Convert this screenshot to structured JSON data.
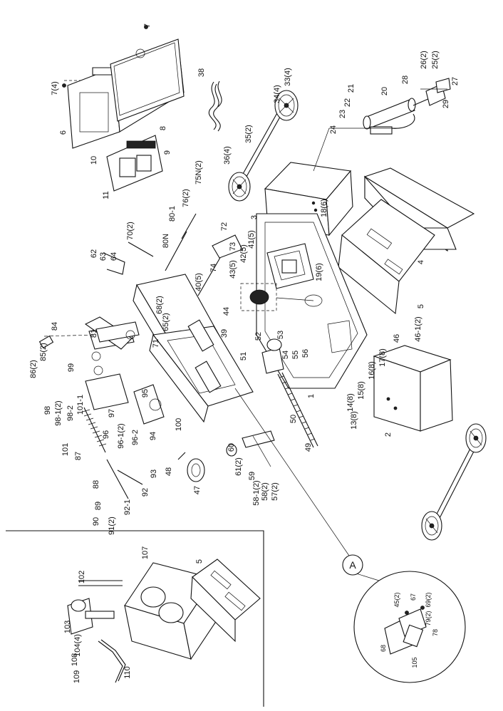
{
  "callout_marker": "A",
  "labels_main": [
    {
      "id": "7",
      "t": "7"
    },
    {
      "id": "7-4",
      "t": "7(4)"
    },
    {
      "id": "6",
      "t": "6"
    },
    {
      "id": "8",
      "t": "8"
    },
    {
      "id": "9",
      "t": "9"
    },
    {
      "id": "10",
      "t": "10"
    },
    {
      "id": "11",
      "t": "11"
    },
    {
      "id": "38",
      "t": "38"
    },
    {
      "id": "34-4",
      "t": "34(4)"
    },
    {
      "id": "33-4",
      "t": "33(4)"
    },
    {
      "id": "35-2",
      "t": "35(2)"
    },
    {
      "id": "36-4",
      "t": "36(4)"
    },
    {
      "id": "20",
      "t": "20"
    },
    {
      "id": "21",
      "t": "21"
    },
    {
      "id": "22",
      "t": "22"
    },
    {
      "id": "23",
      "t": "23"
    },
    {
      "id": "24",
      "t": "24"
    },
    {
      "id": "28",
      "t": "28"
    },
    {
      "id": "26-2",
      "t": "26(2)"
    },
    {
      "id": "25-2",
      "t": "25(2)"
    },
    {
      "id": "27",
      "t": "27"
    },
    {
      "id": "29",
      "t": "29"
    },
    {
      "id": "3",
      "t": "3"
    },
    {
      "id": "18-6",
      "t": "18(6)"
    },
    {
      "id": "4",
      "t": "4"
    },
    {
      "id": "5a",
      "t": "5"
    },
    {
      "id": "19-6",
      "t": "19(6)"
    },
    {
      "id": "75N-2",
      "t": "75N(2)"
    },
    {
      "id": "76-2",
      "t": "76(2)"
    },
    {
      "id": "80-1",
      "t": "80-1"
    },
    {
      "id": "80N",
      "t": "80N"
    },
    {
      "id": "72",
      "t": "72"
    },
    {
      "id": "73",
      "t": "73"
    },
    {
      "id": "74",
      "t": "74"
    },
    {
      "id": "70-2",
      "t": "70(2)"
    },
    {
      "id": "62",
      "t": "62"
    },
    {
      "id": "63",
      "t": "63"
    },
    {
      "id": "64",
      "t": "64"
    },
    {
      "id": "41-5",
      "t": "41(5)"
    },
    {
      "id": "42-5",
      "t": "42(5)"
    },
    {
      "id": "43-5",
      "t": "43(5)"
    },
    {
      "id": "40-5",
      "t": "40(5)"
    },
    {
      "id": "44",
      "t": "44"
    },
    {
      "id": "68-2",
      "t": "68(2)"
    },
    {
      "id": "65-2",
      "t": "65(2)"
    },
    {
      "id": "71",
      "t": "71"
    },
    {
      "id": "39",
      "t": "39"
    },
    {
      "id": "1",
      "t": "1"
    },
    {
      "id": "81",
      "t": "81"
    },
    {
      "id": "84",
      "t": "84"
    },
    {
      "id": "85-2",
      "t": "85(2)"
    },
    {
      "id": "86-2",
      "t": "86(2)"
    },
    {
      "id": "52",
      "t": "52"
    },
    {
      "id": "53",
      "t": "53"
    },
    {
      "id": "54",
      "t": "54"
    },
    {
      "id": "55",
      "t": "55"
    },
    {
      "id": "56",
      "t": "56"
    },
    {
      "id": "51",
      "t": "51"
    },
    {
      "id": "46",
      "t": "46"
    },
    {
      "id": "46-1-2",
      "t": "46-1(2)"
    },
    {
      "id": "17-8",
      "t": "17(8)"
    },
    {
      "id": "16-8",
      "t": "16(8)"
    },
    {
      "id": "15-8",
      "t": "15(8)"
    },
    {
      "id": "14-8",
      "t": "14(8)"
    },
    {
      "id": "13-8",
      "t": "13(8)"
    },
    {
      "id": "2",
      "t": "2"
    },
    {
      "id": "99",
      "t": "99"
    },
    {
      "id": "98",
      "t": "98"
    },
    {
      "id": "98-1-2",
      "t": "98-1(2)"
    },
    {
      "id": "98-2",
      "t": "98-2"
    },
    {
      "id": "101-1",
      "t": "101-1"
    },
    {
      "id": "95",
      "t": "95"
    },
    {
      "id": "97",
      "t": "97"
    },
    {
      "id": "96",
      "t": "96"
    },
    {
      "id": "96-1-2",
      "t": "96-1(2)"
    },
    {
      "id": "96-2",
      "t": "96-2"
    },
    {
      "id": "94",
      "t": "94"
    },
    {
      "id": "100",
      "t": "100"
    },
    {
      "id": "50",
      "t": "50"
    },
    {
      "id": "49",
      "t": "49"
    },
    {
      "id": "101",
      "t": "101"
    },
    {
      "id": "87",
      "t": "87"
    },
    {
      "id": "60",
      "t": "60"
    },
    {
      "id": "61-2",
      "t": "61(2)"
    },
    {
      "id": "59",
      "t": "59"
    },
    {
      "id": "58-1-2",
      "t": "58-1(2)"
    },
    {
      "id": "58-2",
      "t": "58(2)"
    },
    {
      "id": "57-2",
      "t": "57(2)"
    },
    {
      "id": "48",
      "t": "48"
    },
    {
      "id": "47",
      "t": "47"
    },
    {
      "id": "88",
      "t": "88"
    },
    {
      "id": "89",
      "t": "89"
    },
    {
      "id": "90",
      "t": "90"
    },
    {
      "id": "91-2",
      "t": "91(2)"
    },
    {
      "id": "92-1",
      "t": "92-1"
    },
    {
      "id": "92",
      "t": "92"
    },
    {
      "id": "93",
      "t": "93"
    }
  ],
  "labels_inset": [
    {
      "id": "102",
      "t": "102"
    },
    {
      "id": "103",
      "t": "103"
    },
    {
      "id": "107",
      "t": "107"
    },
    {
      "id": "5b",
      "t": "5"
    },
    {
      "id": "104-4",
      "t": "104(4)"
    },
    {
      "id": "108",
      "t": "108"
    },
    {
      "id": "109",
      "t": "109"
    },
    {
      "id": "110",
      "t": "110"
    }
  ],
  "labels_detail": [
    {
      "id": "45-2",
      "t": "45(2)"
    },
    {
      "id": "67",
      "t": "67"
    },
    {
      "id": "69-2",
      "t": "69(2)"
    },
    {
      "id": "79-2",
      "t": "79(2)"
    },
    {
      "id": "78",
      "t": "78"
    },
    {
      "id": "68",
      "t": "68"
    },
    {
      "id": "105",
      "t": "105"
    }
  ]
}
